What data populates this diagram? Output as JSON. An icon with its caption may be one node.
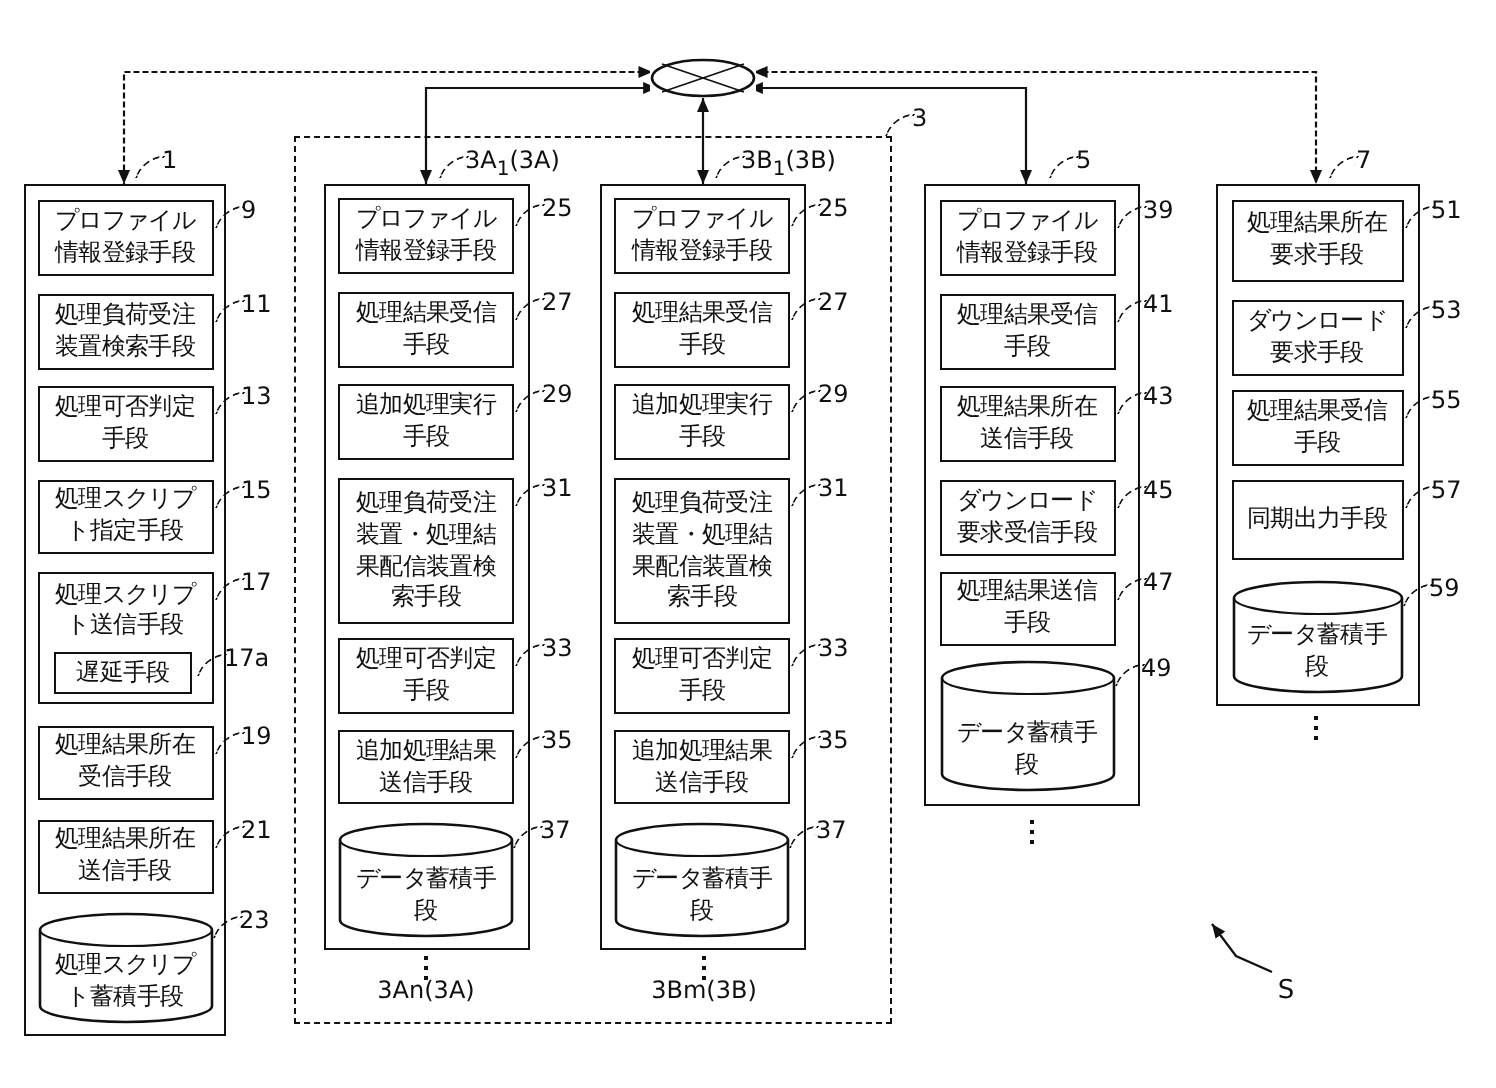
{
  "diagram": {
    "nodes": [
      {
        "text": [],
        "shape": "circle"
      },
      {
        "text": [],
        "shape": "box",
        "beside": [
          "1"
        ]
      },
      {
        "text": [
          "プロファイル情報登録手段"
        ],
        "in": 1,
        "beside": [
          "9"
        ]
      },
      {
        "text": [
          "処理負荷受注装置検索手段"
        ],
        "in": 1,
        "beside": [
          "11"
        ]
      },
      {
        "text": [
          "処理可否判定手段"
        ],
        "in": 1,
        "beside": [
          "13"
        ]
      },
      {
        "text": [
          "処理スクリプト指定手段"
        ],
        "in": 1,
        "beside": [
          "15"
        ]
      },
      {
        "text": [
          "処理スクリプト送信手段"
        ],
        "in": 1,
        "beside": [
          "17"
        ]
      },
      {
        "text": [
          "遅延手段"
        ],
        "in": 6,
        "beside": [
          "17a"
        ]
      },
      {
        "text": [
          "処理結果所在受信手段"
        ],
        "in": 1,
        "beside": [
          "19"
        ]
      },
      {
        "text": [
          "処理結果所在送信手段"
        ],
        "in": 1,
        "beside": [
          "21"
        ]
      },
      {
        "text": [
          "処理スクリプト蓄積手段"
        ],
        "in": 1,
        "beside": [
          "23"
        ]
      },
      {
        "text": [],
        "shape": "box",
        "beside": [
          "3"
        ]
      },
      {
        "text": [],
        "shape": "box",
        "in": 11,
        "beside": [
          "3A$_{1}$(3A)"
        ]
      },
      {
        "text": [
          "プロファイル情報登録手段"
        ],
        "in": 12,
        "beside": [
          "25"
        ]
      },
      {
        "text": [
          "処理結果受信手段"
        ],
        "in": 12,
        "beside": [
          "27"
        ]
      },
      {
        "text": [
          "追加処理実行手段"
        ],
        "in": 12,
        "beside": [
          "29"
        ]
      },
      {
        "text": [
          "処理負荷受注装置・処理結果配信装置検索手段"
        ],
        "in": 12,
        "beside": [
          "31"
        ]
      },
      {
        "text": [
          "処理可否判定手段"
        ],
        "in": 12,
        "beside": [
          "33"
        ]
      },
      {
        "text": [
          "追加処理結果送信手段"
        ],
        "in": 12,
        "beside": [
          "35"
        ]
      },
      {
        "text": [
          "データ蓄積手段"
        ],
        "in": 12,
        "beside": [
          "37"
        ]
      },
      {
        "text": [],
        "shape": "box",
        "in": 11,
        "beside": [
          "3B$_{1}$(3B)"
        ]
      },
      {
        "text": [
          "プロファイル情報登録手段"
        ],
        "in": 20,
        "beside": [
          "25"
        ]
      },
      {
        "text": [
          "処理結果受信手段"
        ],
        "in": 20,
        "beside": [
          "27"
        ]
      },
      {
        "text": [
          "追加処理実行手段"
        ],
        "in": 20,
        "beside": [
          "29"
        ]
      },
      {
        "text": [
          "処理負荷受注装置・処理結果配信装置検索手段"
        ],
        "in": 20,
        "beside": [
          "31"
        ]
      },
      {
        "text": [
          "処理可否判定手段"
        ],
        "in": 20,
        "beside": [
          "33"
        ]
      },
      {
        "text": [
          "追加処理結果送信手段"
        ],
        "in": 20,
        "beside": [
          "35"
        ]
      },
      {
        "text": [
          "データ蓄積手段"
        ],
        "in": 20,
        "beside": [
          "37"
        ]
      },
      {
        "text": [],
        "shape": "box",
        "beside": [
          "5"
        ]
      },
      {
        "text": [
          "プロファイル情報登録手段"
        ],
        "in": 28,
        "beside": [
          "39"
        ]
      },
      {
        "text": [
          "処理結果受信手段"
        ],
        "in": 28,
        "beside": [
          "41"
        ]
      },
      {
        "text": [
          "処理結果所在送信手段"
        ],
        "in": 28,
        "beside": [
          "43"
        ]
      },
      {
        "text": [
          "ダウンロード要求受信手段"
        ],
        "in": 28,
        "beside": [
          "45"
        ]
      },
      {
        "text": [
          "処理結果送信手段"
        ],
        "in": 28,
        "beside": [
          "47"
        ]
      },
      {
        "text": [
          "データ蓄積手段"
        ],
        "in": 28,
        "beside": [
          "49"
        ]
      },
      {
        "text": [],
        "shape": "box",
        "beside": [
          "7"
        ]
      },
      {
        "text": [
          "処理結果所在要求手段"
        ],
        "in": 35,
        "beside": [
          "51"
        ]
      },
      {
        "text": [
          "ダウンロード要求手段"
        ],
        "in": 35,
        "beside": [
          "53"
        ]
      },
      {
        "text": [
          "処理結果受信手段"
        ],
        "in": 35,
        "beside": [
          "55"
        ]
      },
      {
        "text": [
          "同期出力手段"
        ],
        "in": 35,
        "beside": [
          "57"
        ]
      },
      {
        "text": [
          "データ蓄積手段"
        ],
        "in": 35,
        "beside": [
          "59"
        ]
      },
      {
        "text": [
          "S"
        ]
      }
    ],
    "edges": [
      {
        "from": 0,
        "to": 1,
        "arrow": "both",
        "style": "dashed"
      },
      {
        "from": 0,
        "to": 12,
        "arrow": "both"
      },
      {
        "from": 0,
        "to": 20,
        "arrow": "both"
      },
      {
        "from": 0,
        "to": 28,
        "arrow": "both"
      },
      {
        "from": 0,
        "to": 35,
        "arrow": "both",
        "style": "dashed"
      },
      {
        "from": 41,
        "to": null,
        "arrow": "to"
      }
    ],
    "labels": [
      "3An(3A)",
      "3Bm(3B)"
    ]
  }
}
